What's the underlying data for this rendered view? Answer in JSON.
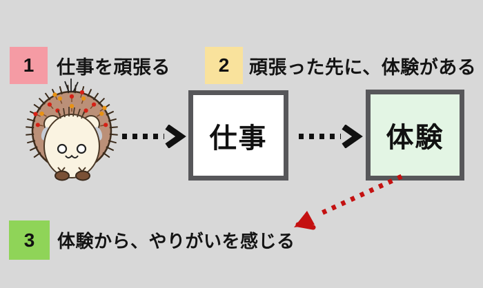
{
  "page": {
    "background": "#d8d8d8"
  },
  "steps": [
    {
      "num": "1",
      "text": "仕事を頑張る",
      "color": "#f59ba4"
    },
    {
      "num": "2",
      "text": "頑張った先に、体験がある",
      "color": "#f9e29c"
    },
    {
      "num": "3",
      "text": "体験から、やりがいを感じる",
      "color": "#8fd458"
    }
  ],
  "flow": {
    "work_box": {
      "label": "仕事",
      "fill": "#ffffff"
    },
    "experience_box": {
      "label": "体験",
      "fill": "#e3f5e4"
    },
    "box_border_color": "#57575a",
    "arrow_color": "#111111",
    "feedback_arrow_color": "#c41111"
  },
  "icons": {
    "hedgehog": "hedgehog-illustration",
    "work_arrow": "dotted-arrow-right",
    "experience_arrow": "dotted-arrow-right",
    "feedback_arrow": "red-dashed-arrow-down-left"
  }
}
